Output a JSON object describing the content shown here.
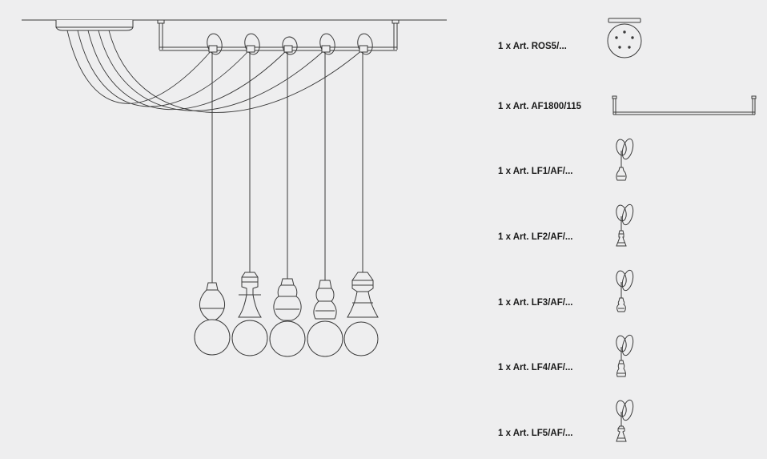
{
  "parts": [
    {
      "label": "1 x Art. ROS5/...",
      "icon": "ceiling-rose-icon"
    },
    {
      "label": "1 x Art. AF1800/115",
      "icon": "mounting-bar-icon"
    },
    {
      "label": "1 x Art. LF1/AF/...",
      "icon": "pendant-lf1-icon"
    },
    {
      "label": "1 x Art. LF2/AF/...",
      "icon": "pendant-lf2-icon"
    },
    {
      "label": "1 x Art. LF3/AF/...",
      "icon": "pendant-lf3-icon"
    },
    {
      "label": "1 x Art. LF4/AF/...",
      "icon": "pendant-lf4-icon"
    },
    {
      "label": "1 x Art. LF5/AF/...",
      "icon": "pendant-lf5-icon"
    }
  ],
  "colors": {
    "line": "#3a3a3a",
    "background": "#eeeeef",
    "text": "#1a1a1a"
  }
}
